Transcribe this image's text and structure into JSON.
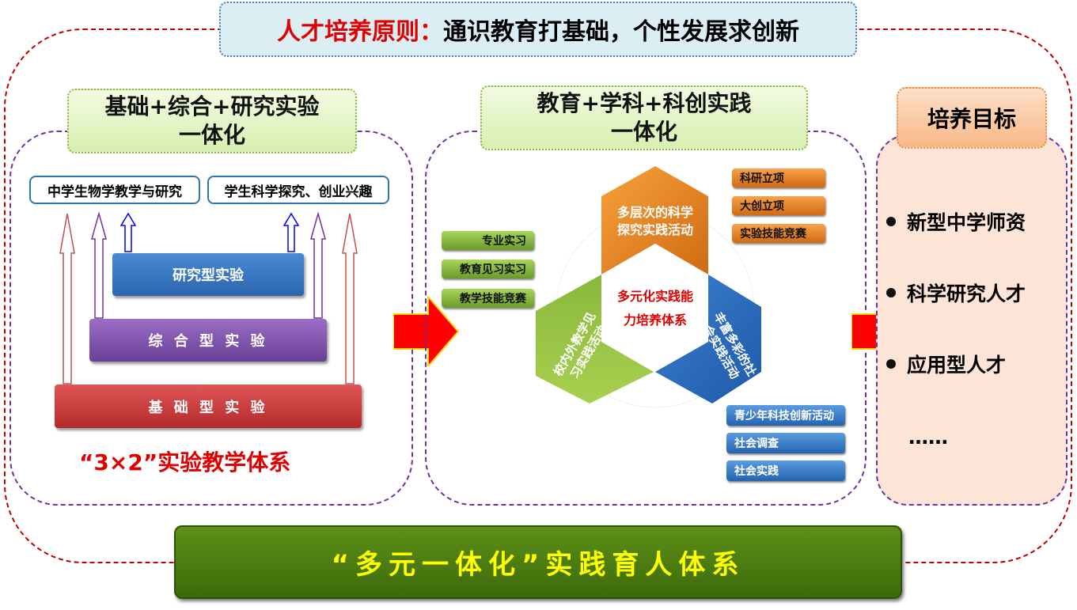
{
  "principle": {
    "label": "人才培养原则：",
    "text": "通识教育打基础，个性发展求创新"
  },
  "left": {
    "title1": "基础+综合+研究实验",
    "title2": "一体化",
    "goal_a": "中学生物学教学与研究",
    "goal_b": "学生科学探究、创业兴趣",
    "research": "研究型实验",
    "comprehensive": "综 合 型 实 验",
    "basic": "基 础 型 实 验",
    "caption": "“3×2”实验教学体系"
  },
  "middle": {
    "title1": "教育+学科+科创实践",
    "title2": "一体化",
    "center1": "多元化实践能",
    "center2": "力培养体系",
    "hex_top1": "多层次的科学",
    "hex_top2": "探究实践活动",
    "hex_left1": "校内外教学见",
    "hex_left2": "习实践活动",
    "hex_right1": "丰富多彩的社",
    "hex_right2": "会实践活动",
    "green_items": [
      "专业实习",
      "教育见习实习",
      "教学技能竞赛"
    ],
    "orange_items": [
      "科研立项",
      "大创立项",
      "实验技能竞赛"
    ],
    "blue_items": [
      "青少年科技创新活动",
      "社会调查",
      "社会实践"
    ]
  },
  "right": {
    "title": "培养目标",
    "items": [
      "新型中学师资",
      "科学研究人才",
      "应用型人才"
    ],
    "ellipsis": "……"
  },
  "footer": "“多元一体化”实践育人体系"
}
